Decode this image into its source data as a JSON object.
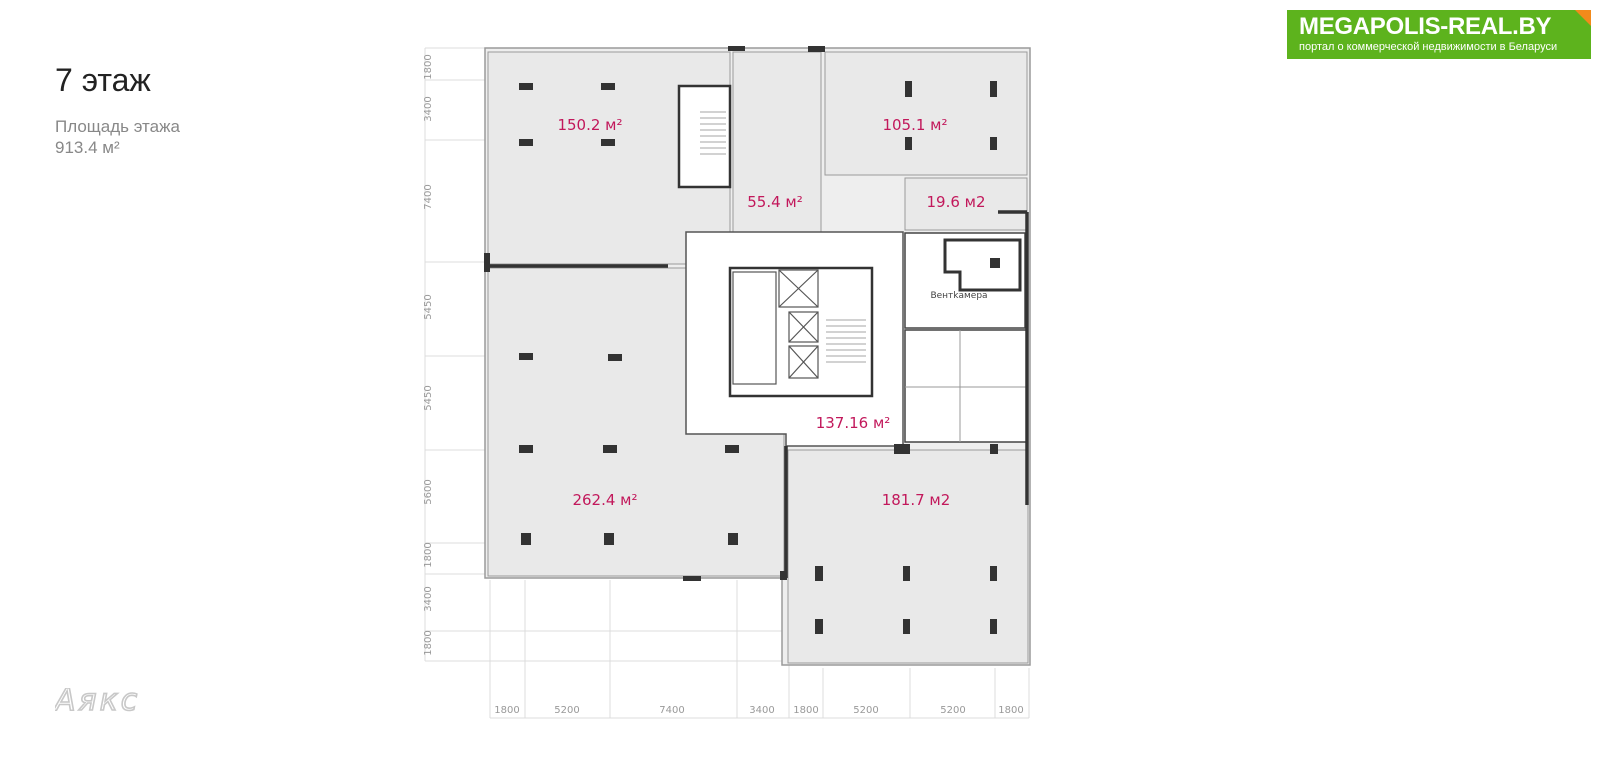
{
  "header": {
    "floor_title": "7 этаж",
    "floor_area_label": "Площадь этажа",
    "floor_area_value": "913.4 м²"
  },
  "banner": {
    "title": "MEGAPOLIS-REAL.BY",
    "subtitle": "портал о коммерческой недвижимости в Беларуси",
    "background_color": "#5db31d",
    "accent_color": "#f28a1b"
  },
  "logo": {
    "text": "Аякс"
  },
  "rooms": [
    {
      "id": "r1",
      "area": "150.2 м²"
    },
    {
      "id": "r2",
      "area": "55.4 м²"
    },
    {
      "id": "r3",
      "area": "105.1 м²"
    },
    {
      "id": "r4",
      "area": "19.6 м2"
    },
    {
      "id": "r5",
      "area": "262.4 м²"
    },
    {
      "id": "r6",
      "area": "137.16 м²"
    },
    {
      "id": "r7",
      "area": "181.7 м2"
    },
    {
      "id": "r8",
      "name": "Вентkамера"
    }
  ],
  "dimensions": {
    "vertical": [
      "1800",
      "3400",
      "7400",
      "5450",
      "5450",
      "5600",
      "1800",
      "3400",
      "1800"
    ],
    "horizontal": [
      "1800",
      "5200",
      "7400",
      "3400",
      "1800",
      "5200",
      "5200",
      "1800"
    ]
  },
  "colors": {
    "area_text": "#c2185b",
    "room_fill": "#ebebeb",
    "wall": "#333333"
  }
}
